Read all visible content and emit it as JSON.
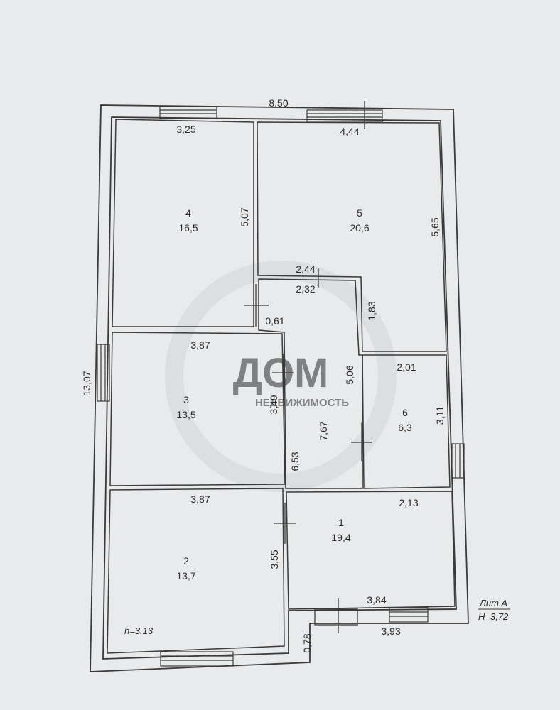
{
  "colors": {
    "paper": "#e9eaec",
    "line": "#3a3a3a",
    "text": "#2a2a2a",
    "watermark": "#d2d6da"
  },
  "watermark": {
    "logo": "ДОМ",
    "subtitle": "НЕДВИЖИМОСТЬ"
  },
  "plan": {
    "overall_width": "8,50",
    "overall_depth": "13,07",
    "rooms": [
      {
        "id": "1",
        "number": "1",
        "area": "19,4"
      },
      {
        "id": "2",
        "number": "2",
        "area": "13,7"
      },
      {
        "id": "3",
        "number": "3",
        "area": "13,5"
      },
      {
        "id": "4",
        "number": "4",
        "area": "16,5"
      },
      {
        "id": "5",
        "number": "5",
        "area": "20,6"
      },
      {
        "id": "6",
        "number": "6",
        "area": "6,3"
      }
    ],
    "dimensions": {
      "room4_width": "3,25",
      "room5_width": "4,44",
      "room4_depth": "5,07",
      "room5_depth": "5,65",
      "corridor_top": "2,44",
      "corridor_inner": "2,32",
      "corridor_right": "1,83",
      "door_offset": "0,61",
      "room3_width": "3,87",
      "room3_depth": "3,49",
      "room6_width": "2,01",
      "room6_depth": "3,11",
      "hall_mid": "5,06",
      "hall_long": "7,67",
      "hall_left": "6,53",
      "room2_width": "3,87",
      "room2_depth": "3,55",
      "room1_right": "2,13",
      "room1_bottom": "3,84",
      "porch_width": "3,93",
      "porch_depth": "0,78"
    },
    "room2_height": "h=3,13",
    "liter_label": "Лит.А",
    "building_height": "H=3,72"
  }
}
